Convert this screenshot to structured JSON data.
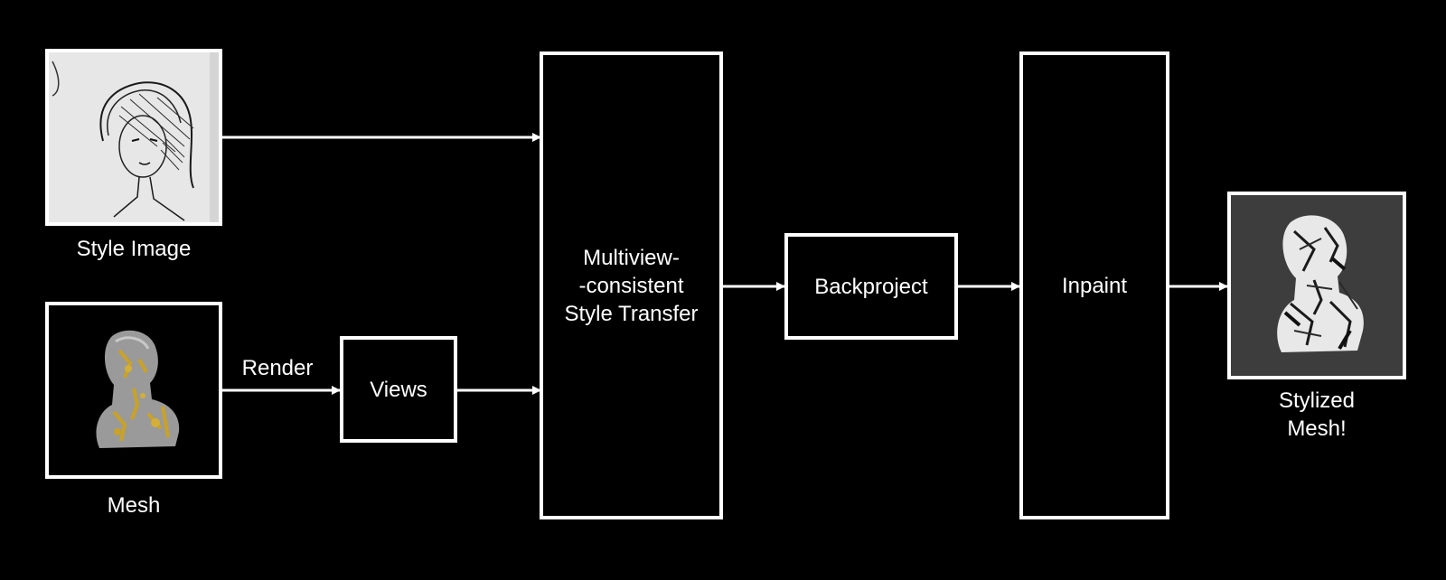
{
  "diagram": {
    "inputs": {
      "style_image_label": "Style Image",
      "mesh_label": "Mesh"
    },
    "edges": {
      "render_label": "Render"
    },
    "nodes": {
      "views": "Views",
      "style_transfer": "Multiview-\n-consistent\nStyle Transfer",
      "backproject": "Backproject",
      "inpaint": "Inpaint"
    },
    "output": {
      "stylized_mesh_label": "Stylized\nMesh!"
    },
    "thumbnails": {
      "style_image": "pencil-sketch-portrait",
      "mesh": "gold-veined-bust",
      "stylized_mesh": "stylized-marble-bust"
    },
    "colors": {
      "background": "#000000",
      "foreground": "#ffffff",
      "mesh_gold": "#c9a227",
      "stylized_bg": "#3d3d3d"
    }
  }
}
